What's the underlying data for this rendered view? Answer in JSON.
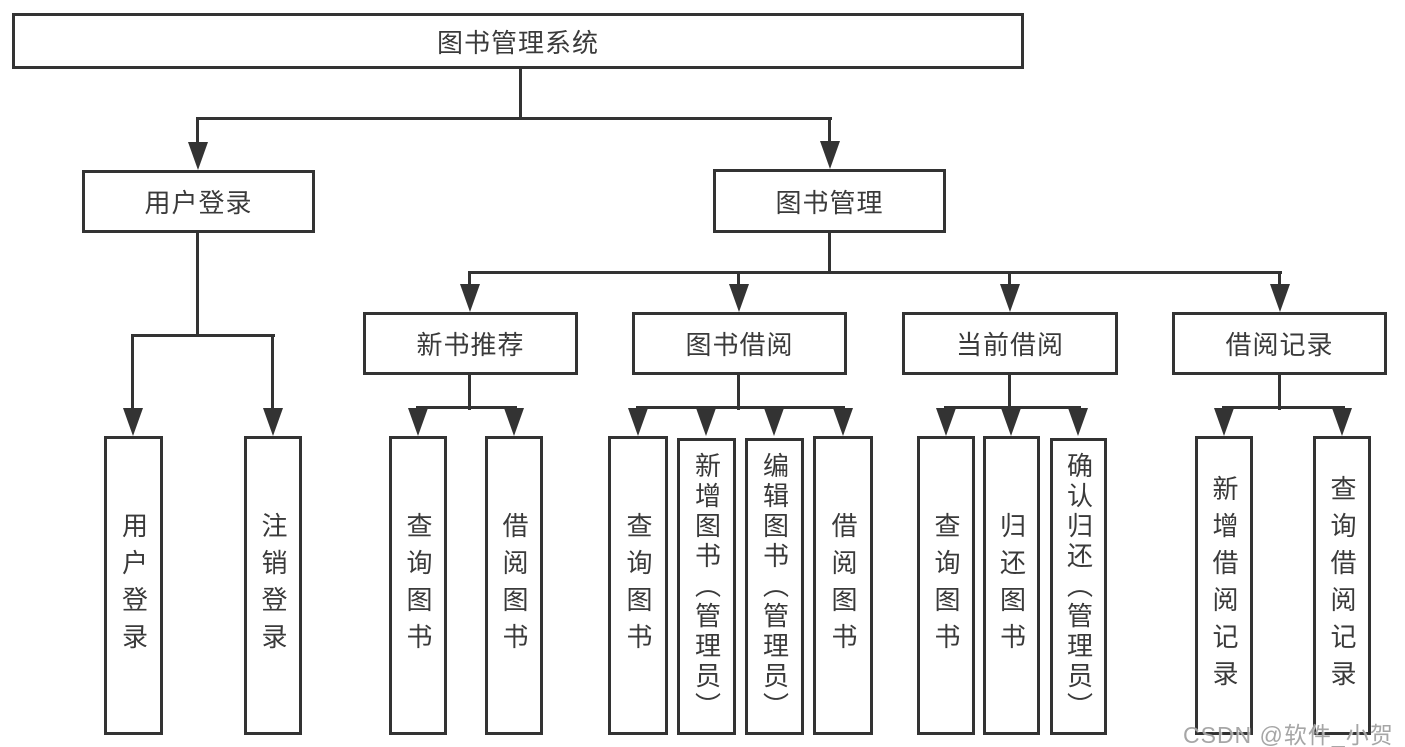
{
  "tree": {
    "label": "图书管理系统",
    "children": [
      {
        "label": "用户登录",
        "children": [
          {
            "label": "用户登录"
          },
          {
            "label": "注销登录"
          }
        ]
      },
      {
        "label": "图书管理",
        "children": [
          {
            "label": "新书推荐",
            "children": [
              {
                "label": "查询图书"
              },
              {
                "label": "借阅图书"
              }
            ]
          },
          {
            "label": "图书借阅",
            "children": [
              {
                "label": "查询图书"
              },
              {
                "label": "新增图书（管理员）"
              },
              {
                "label": "编辑图书（管理员）"
              },
              {
                "label": "借阅图书"
              }
            ]
          },
          {
            "label": "当前借阅",
            "children": [
              {
                "label": "查询图书"
              },
              {
                "label": "归还图书"
              },
              {
                "label": "确认归还（管理员）"
              }
            ]
          },
          {
            "label": "借阅记录",
            "children": [
              {
                "label": "新增借阅记录"
              },
              {
                "label": "查询借阅记录"
              }
            ]
          }
        ]
      }
    ]
  },
  "watermark": "CSDN @软件_小贺同学",
  "colors": {
    "line": "#333333",
    "box_border": "#333333",
    "box_background": "#ffffff",
    "text": "#3a3a3a",
    "page_background": "#ffffff",
    "watermark": "#9e9e9e"
  }
}
